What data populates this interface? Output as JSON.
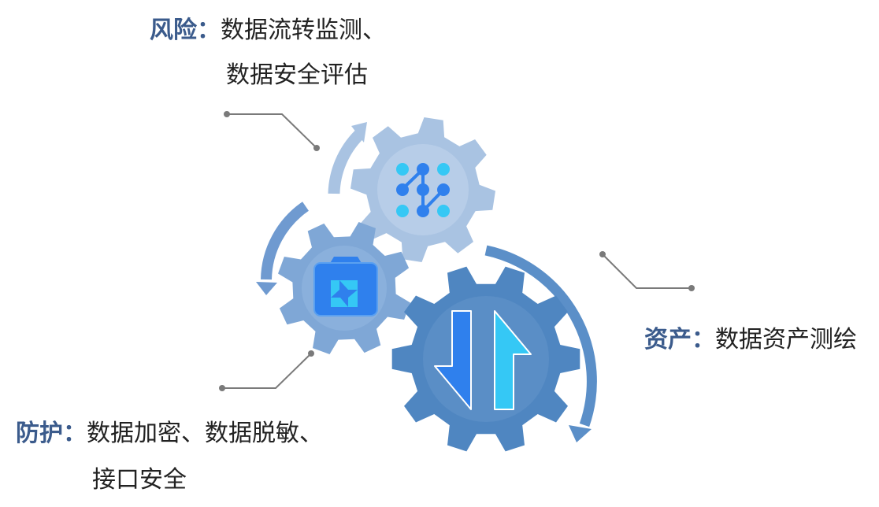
{
  "colors": {
    "heading": "#3b5b8c",
    "text": "#222222",
    "gear_risk": "#a9c3e2",
    "gear_protect": "#7fa7d6",
    "gear_asset": "#4f86c1",
    "arrow_light": "#a9c3e2",
    "arrow_mid": "#6f9ad0",
    "arrow_dark": "#4f86c1",
    "icon_blue": "#2f80ed",
    "icon_cyan": "#35c8f5",
    "leader": "#7a7a7a"
  },
  "risk": {
    "heading": "风险：",
    "line1": "数据流转监测、",
    "line2": "数据安全评估",
    "icon": "network-nodes-icon"
  },
  "asset": {
    "heading": "资产：",
    "line1": "数据资产测绘",
    "icon": "transfer-arrows-icon"
  },
  "protect": {
    "heading": "防护：",
    "line1": "数据加密、数据脱敏、",
    "line2": "接口安全",
    "icon": "camera-shutter-icon"
  }
}
